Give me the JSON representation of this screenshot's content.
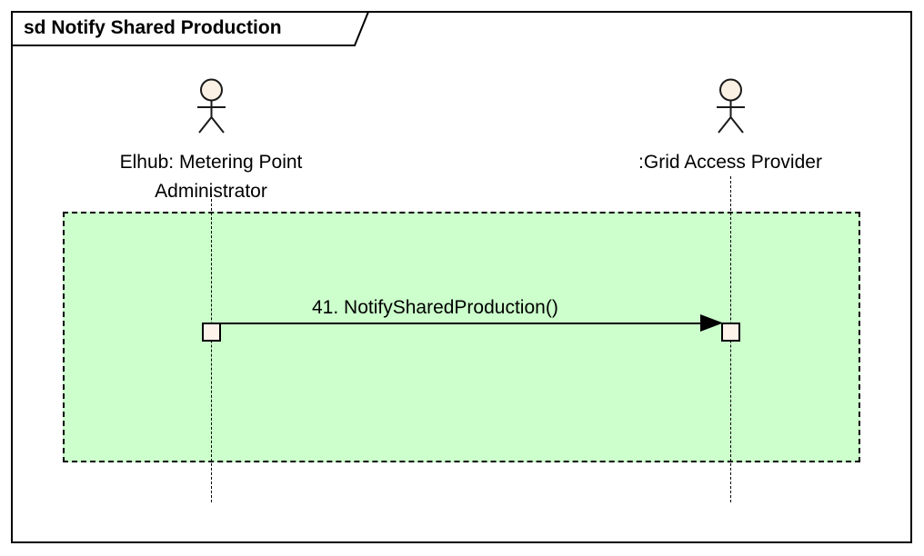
{
  "diagram": {
    "kind": "uml-sequence-diagram",
    "frame": {
      "tab_label": "sd Notify Shared Production"
    },
    "colors": {
      "fragment_fill": "#ccffcc",
      "activation_fill": "#fdf3ea",
      "actor_head_fill": "#fbf0e4",
      "line": "#000000",
      "background": "#ffffff"
    },
    "lifelines": [
      {
        "id": "mpa",
        "label": "Elhub: Metering Point\nAdministrator",
        "actor_icon": "actor-stick-figure-icon"
      },
      {
        "id": "gap",
        "label": ":Grid Access Provider",
        "actor_icon": "actor-stick-figure-icon"
      }
    ],
    "messages": [
      {
        "sequence": "41.",
        "name": "NotifySharedProduction()",
        "label": "41. NotifySharedProduction()",
        "from": "mpa",
        "to": "gap",
        "arrow": "solid-filled-arrowhead"
      }
    ]
  }
}
